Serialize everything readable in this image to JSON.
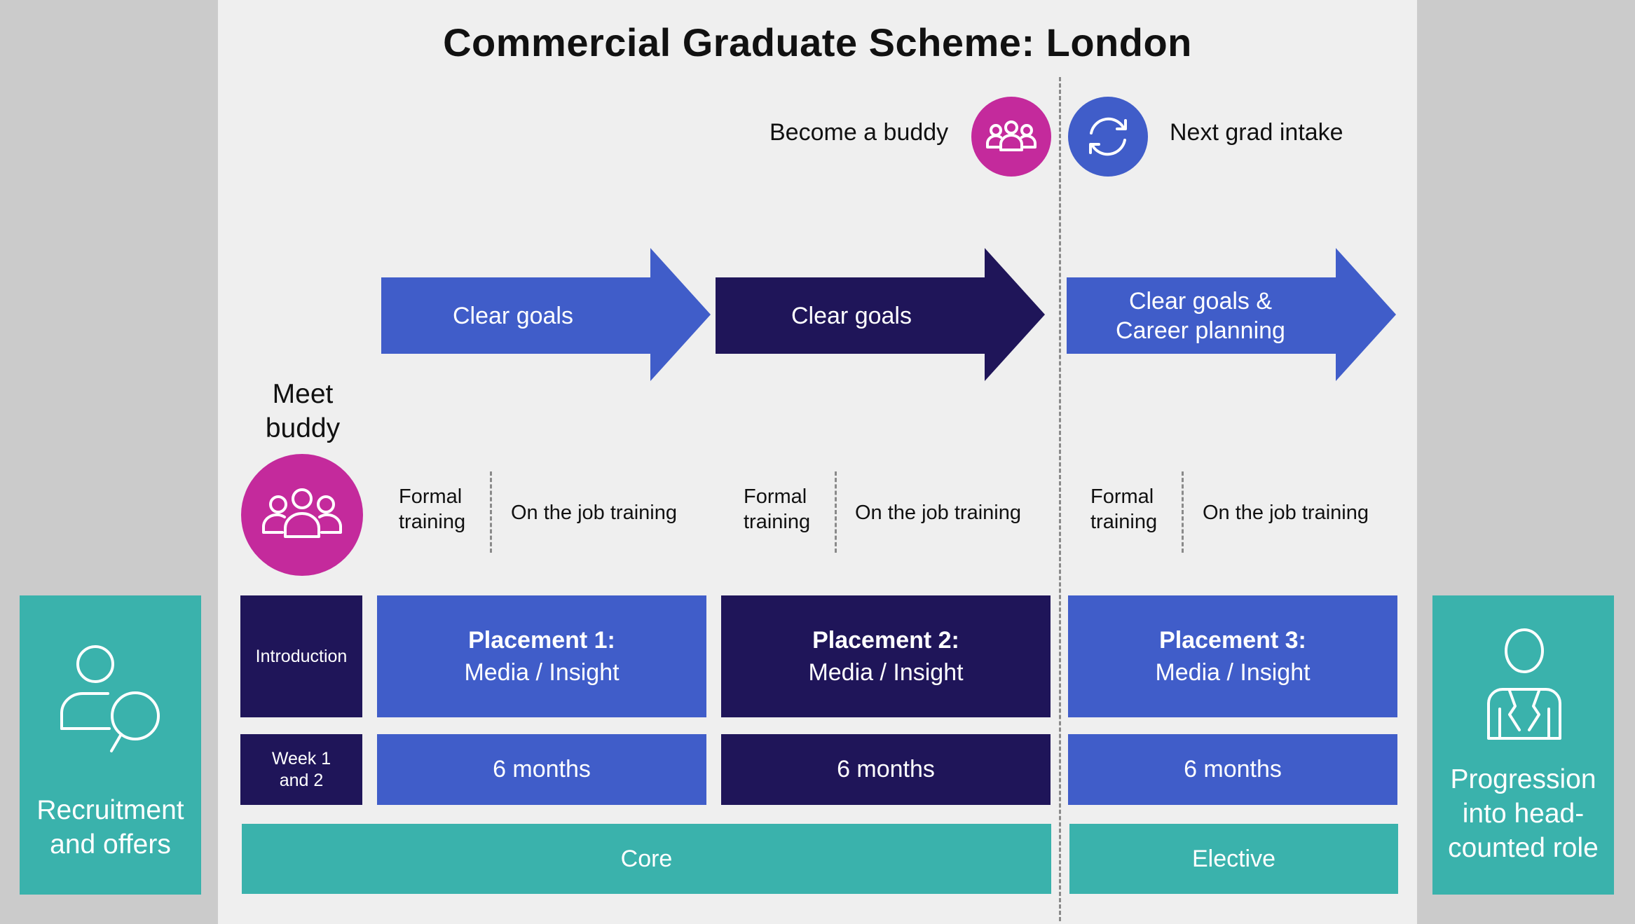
{
  "title": "Commercial Graduate Scheme: London",
  "top_labels": {
    "become_buddy": "Become a buddy",
    "next_intake": "Next grad intake"
  },
  "arrows": [
    {
      "label": "Clear goals"
    },
    {
      "label": "Clear goals"
    },
    {
      "line1": "Clear goals &",
      "line2": "Career planning"
    }
  ],
  "meet_buddy": {
    "line1": "Meet",
    "line2": "buddy"
  },
  "training": [
    {
      "formal_line1": "Formal",
      "formal_line2": "training",
      "on_job": "On the job training"
    },
    {
      "formal_line1": "Formal",
      "formal_line2": "training",
      "on_job": "On the job training"
    },
    {
      "formal_line1": "Formal",
      "formal_line2": "training",
      "on_job": "On the job training"
    }
  ],
  "intro": {
    "label": "Introduction",
    "duration_line1": "Week 1",
    "duration_line2": "and 2"
  },
  "placements": [
    {
      "title": "Placement 1:",
      "subtitle": "Media / Insight",
      "duration": "6 months"
    },
    {
      "title": "Placement 2:",
      "subtitle": "Media / Insight",
      "duration": "6 months"
    },
    {
      "title": "Placement 3:",
      "subtitle": "Media / Insight",
      "duration": "6 months"
    }
  ],
  "tracks": {
    "core": "Core",
    "elective": "Elective"
  },
  "left_side": {
    "line1": "Recruitment",
    "line2": "and offers"
  },
  "right_side": {
    "line1": "Progression",
    "line2": "into head-",
    "line3": "counted role"
  },
  "colors": {
    "blue": "#405dc9",
    "navy": "#1f1559",
    "teal": "#3ab2ac",
    "magenta": "#c42a9c",
    "panel": "#efefef",
    "side": "#cbcbcb"
  },
  "icons": {
    "buddy": "people-group-icon",
    "intake": "refresh-cycle-icon",
    "recruitment": "person-speech-bubble-icon",
    "progression": "person-suit-icon"
  }
}
